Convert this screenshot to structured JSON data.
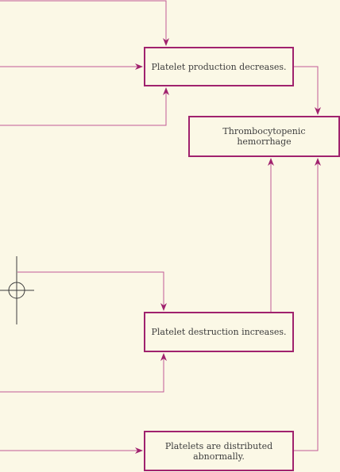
{
  "nodes": {
    "production": "Platelet production decreases.",
    "hemorrhage": "Thrombocytopenic hemorrhage",
    "destruction": "Platelet destruction increases.",
    "distribution_line1": "Platelets are distributed",
    "distribution_line2": "abnormally."
  },
  "colors": {
    "background": "#fbf8e6",
    "accent": "#a0226e",
    "text": "#3d3d3d"
  }
}
